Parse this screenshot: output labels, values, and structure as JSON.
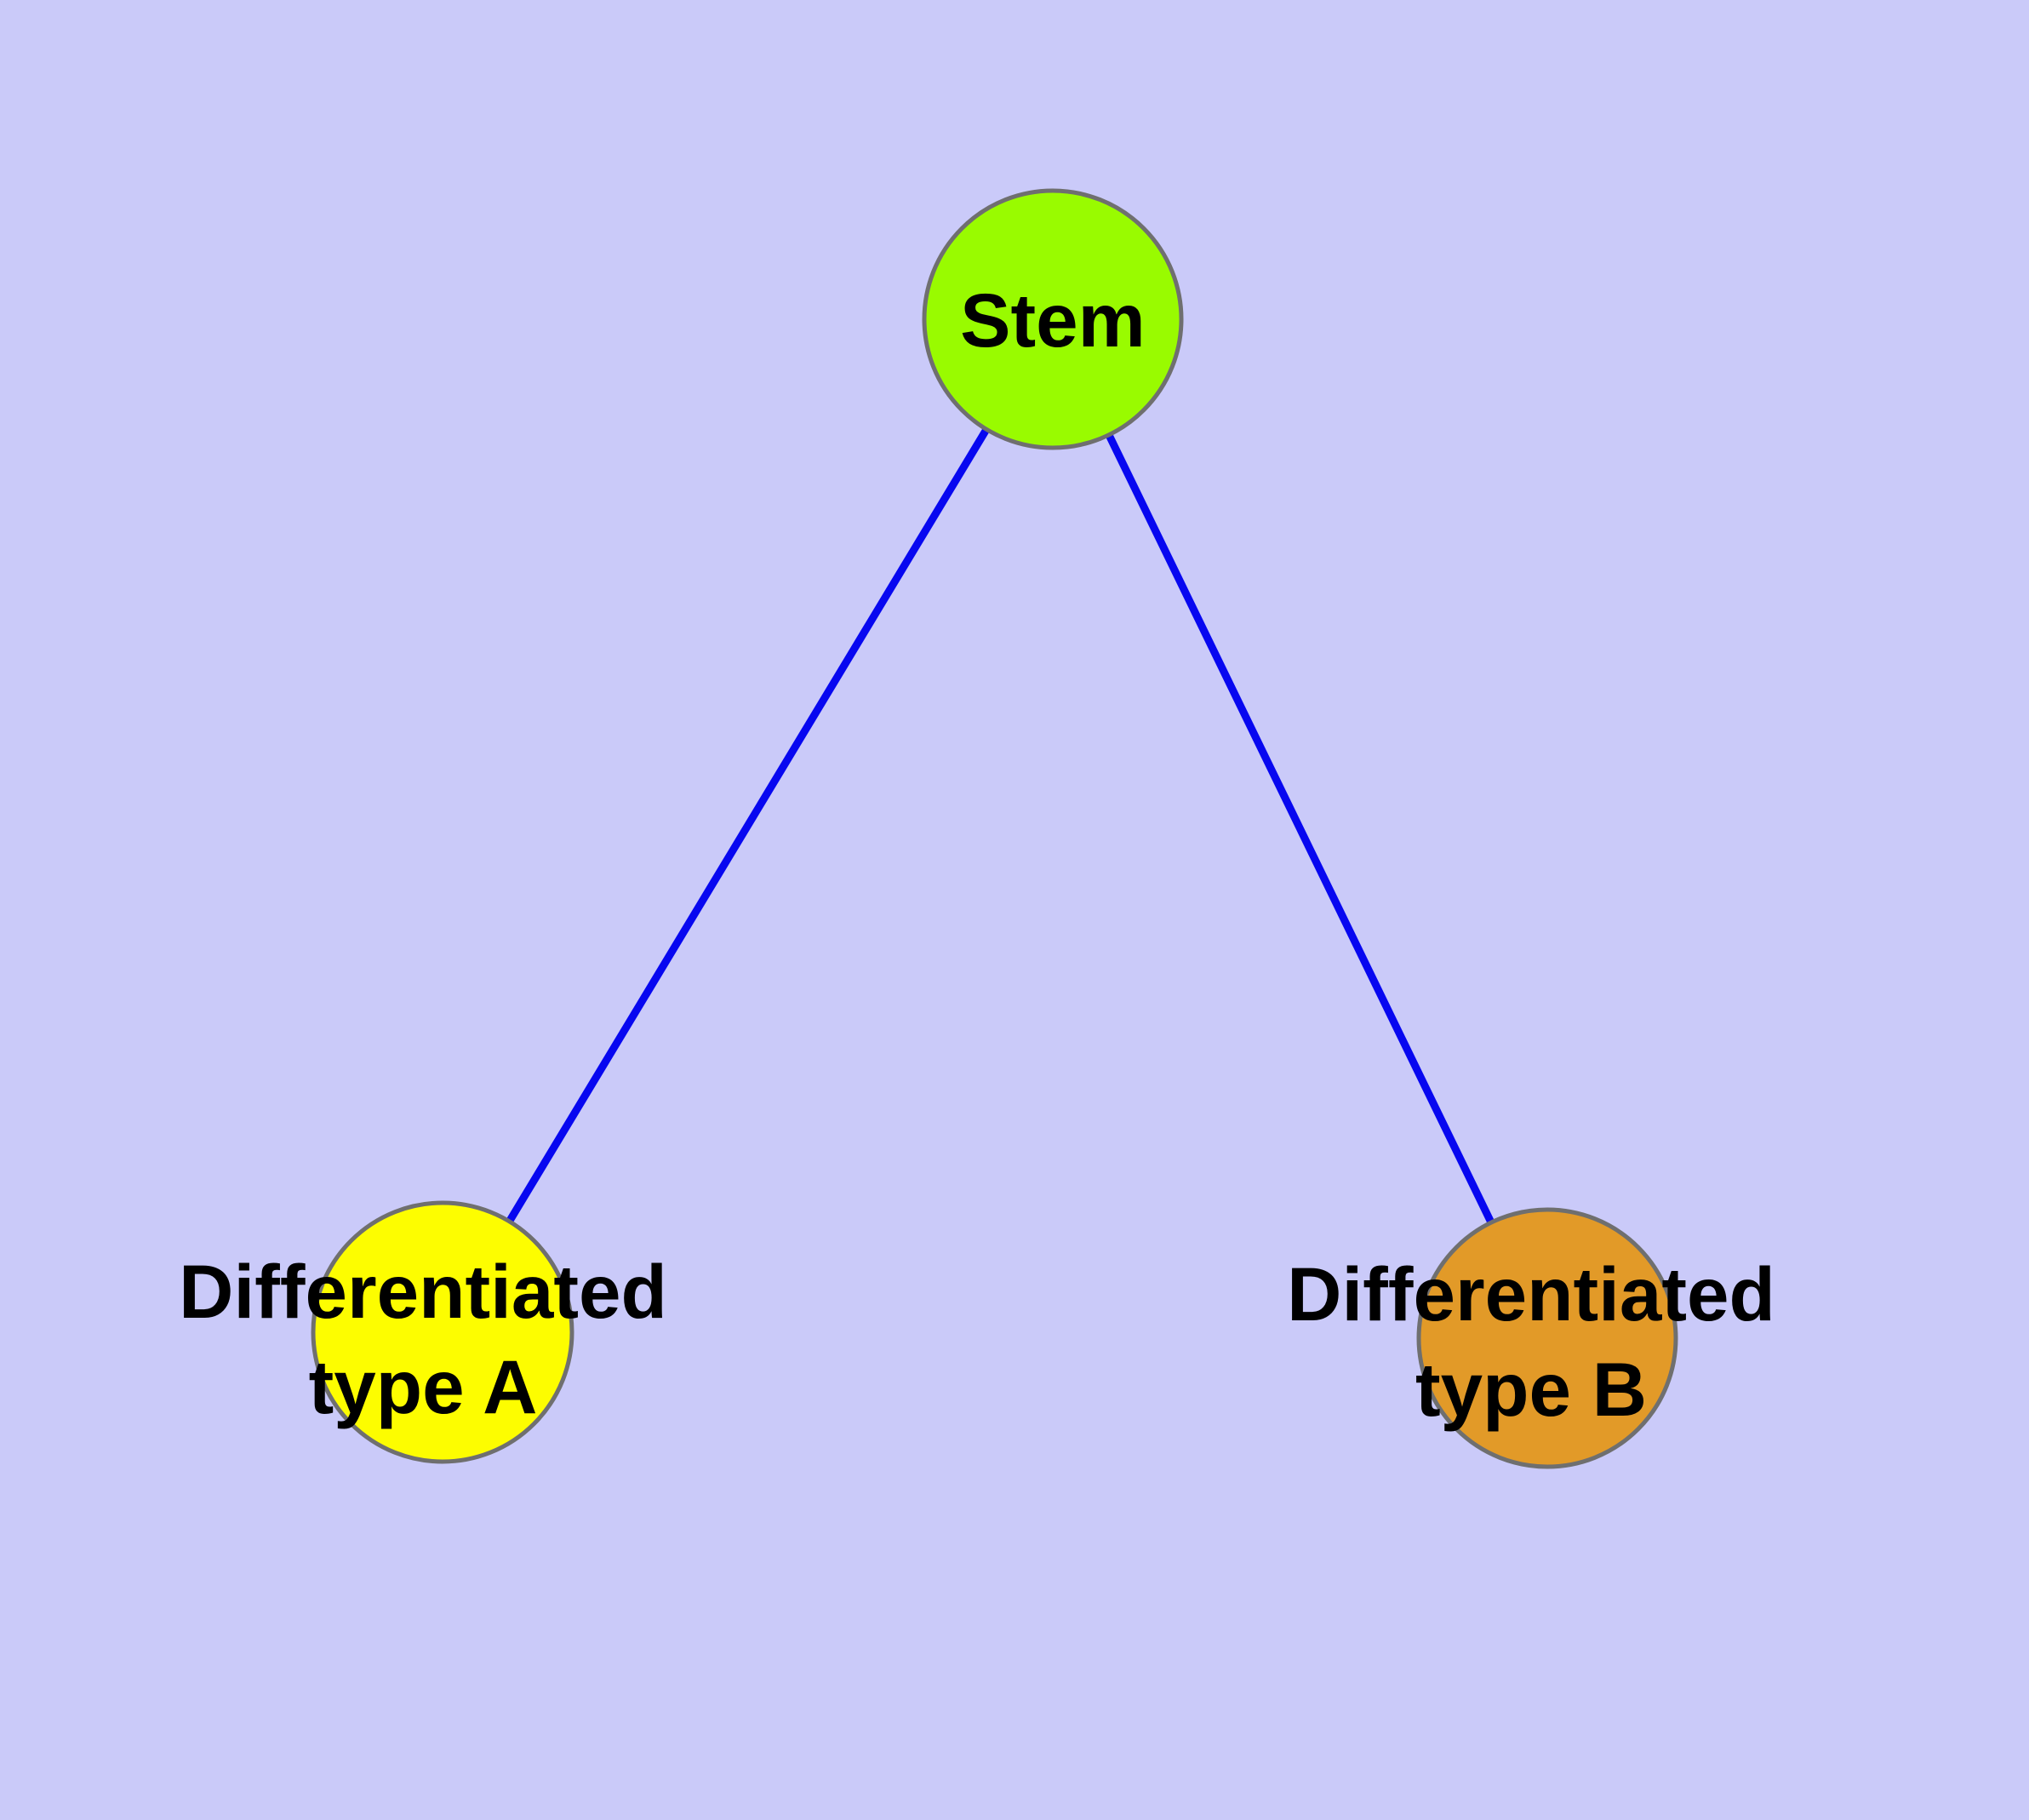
{
  "diagram": {
    "background_color": "#CACAF9",
    "edge_color": "#0707F0",
    "node_border_color": "#6F6F6F",
    "label_text_color": "#000000",
    "nodes": [
      {
        "id": "stem",
        "lines": [
          "Stem"
        ],
        "label": "Stem",
        "fill": "#99FB00"
      },
      {
        "id": "differentiated-type-a",
        "lines": [
          "Differentiated",
          "type A"
        ],
        "label": "Differentiated type A",
        "fill": "#FDFD00"
      },
      {
        "id": "differentiated-type-b",
        "lines": [
          "Differentiated",
          "type B"
        ],
        "label": "Differentiated type B",
        "fill": "#E29A28"
      }
    ],
    "edges": [
      {
        "from": "Stem",
        "to": "Differentiated type A"
      },
      {
        "from": "Stem",
        "to": "Differentiated type B"
      }
    ]
  }
}
